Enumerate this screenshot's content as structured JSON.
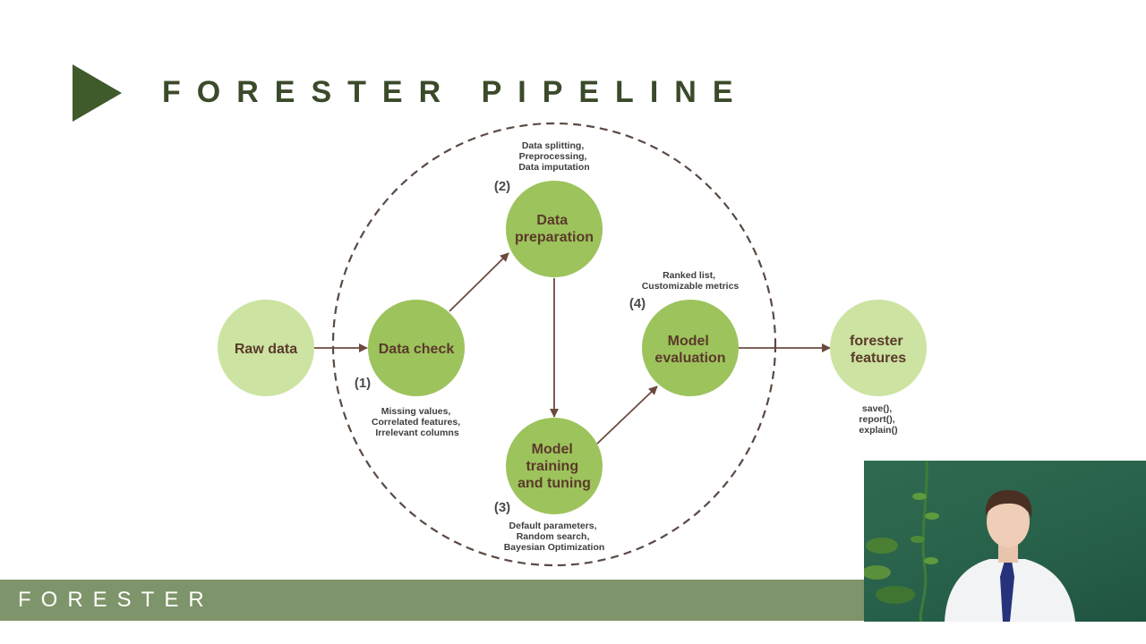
{
  "slide": {
    "title": "FORESTER PIPELINE",
    "footer": "FORESTER"
  },
  "diagram": {
    "nodes": {
      "raw_data": [
        "Raw data"
      ],
      "data_check": [
        "Data check"
      ],
      "data_preparation": [
        "Data",
        "preparation"
      ],
      "model_training": [
        "Model",
        "training",
        "and tuning"
      ],
      "model_evaluation": [
        "Model",
        "evaluation"
      ],
      "forester_features": [
        "forester",
        "features"
      ]
    },
    "steps": {
      "s1": "(1)",
      "s2": "(2)",
      "s3": "(3)",
      "s4": "(4)"
    },
    "notes": {
      "data_check": [
        "Missing values,",
        "Correlated features,",
        "Irrelevant columns"
      ],
      "data_preparation": [
        "Data splitting,",
        "Preprocessing,",
        "Data imputation"
      ],
      "model_training": [
        "Default parameters,",
        "Random search,",
        "Bayesian Optimization"
      ],
      "model_evaluation": [
        "Ranked list,",
        "Customizable metrics"
      ],
      "forester_features": [
        "save(),",
        "report(),",
        "explain()"
      ]
    },
    "colors": {
      "pipeline_node": "#9dc35c",
      "endpoint_node": "#cde3a2",
      "arrow": "#6b4a3e",
      "node_text": "#5a3a2a",
      "title_arrow": "#3f5a2b",
      "footer_band": "#7e946a"
    }
  },
  "webcam": {
    "icon": "person-video-feed"
  }
}
